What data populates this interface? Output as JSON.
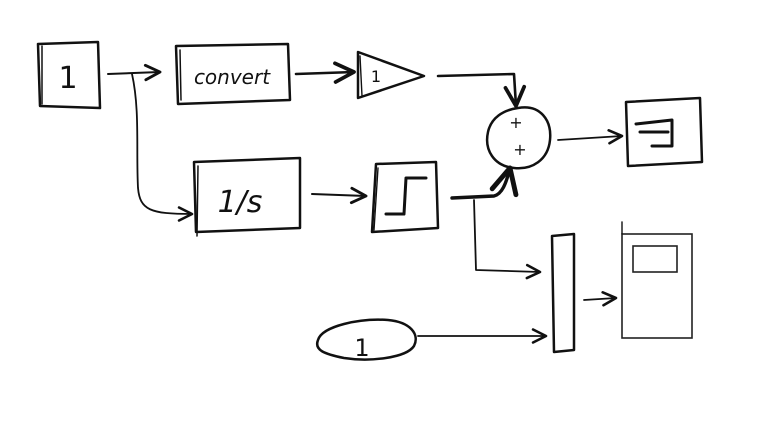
{
  "blocks": {
    "constant_a": {
      "label": "1"
    },
    "convert": {
      "label": "convert"
    },
    "gain": {
      "label": "1"
    },
    "integrator": {
      "label": "1/s"
    },
    "sum": {
      "sign_top": "+",
      "sign_bottom": "+"
    },
    "constant_b": {
      "label": "1"
    }
  },
  "colors": {
    "ink": "#111111",
    "paper": "#ffffff"
  }
}
